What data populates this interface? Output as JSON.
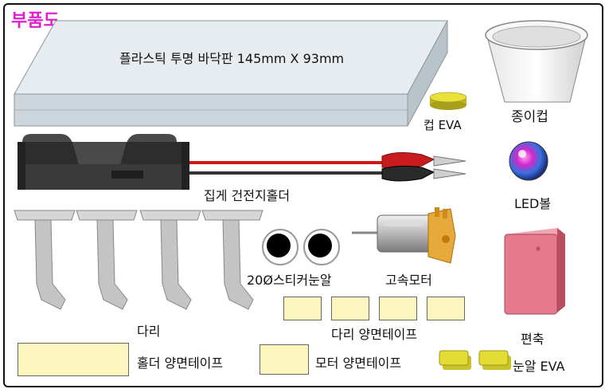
{
  "title": "부품도",
  "colors": {
    "title": "#e020d0",
    "plastic_base": "#d4dde3",
    "tape": "#fdf6bf",
    "eva": "#e3dc35",
    "sponge": "#e57a8d",
    "motor_housing": "#e7a93a",
    "leg": "#c7c7c7"
  },
  "parts": {
    "plastic_base": "플라스틱 투명 바닥판 145mm X 93mm",
    "paper_cup": "종이컵",
    "cup_eva": "컵 EVA",
    "battery_holder": "집게 건전지홀더",
    "led_ball": "LED볼",
    "legs": "다리",
    "sticker_eyes": "20Ø스티커눈알",
    "motor": "고속모터",
    "leg_tape": "다리 양면테이프",
    "sponge": "편축",
    "holder_tape": "홀더 양면테이프",
    "motor_tape": "모터 양면테이프",
    "eye_eva": "눈알 EVA"
  }
}
